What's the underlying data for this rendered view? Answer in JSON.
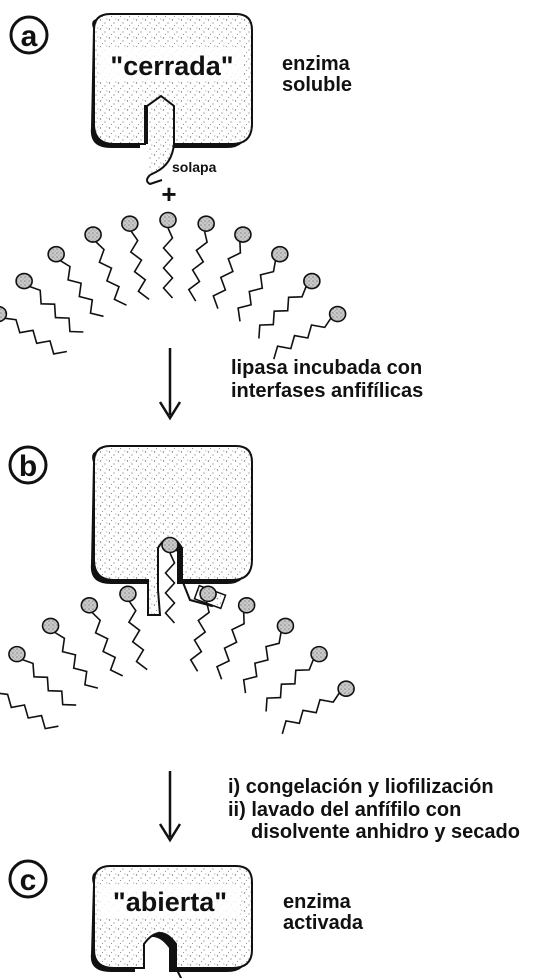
{
  "panels": [
    {
      "badge": "a",
      "state_label": "\"cerrada\"",
      "description": [
        "enzima",
        "soluble"
      ],
      "flap_label": "solapa"
    },
    {
      "badge": "b"
    },
    {
      "badge": "c",
      "state_label": "\"abierta\"",
      "description": [
        "enzima",
        "activada"
      ]
    }
  ],
  "plus_sign": "+",
  "step1": {
    "lines": [
      "lipasa incubada con",
      "interfases anfifílicas"
    ]
  },
  "step2": {
    "lines": [
      "i) congelación y liofilización",
      "ii) lavado del anfífilo con",
      "disolvente anhidro y secado"
    ]
  },
  "colors": {
    "ink": "#111111",
    "stipple": "#777777",
    "head_fill": "#bdbdbd",
    "background": "#ffffff"
  }
}
